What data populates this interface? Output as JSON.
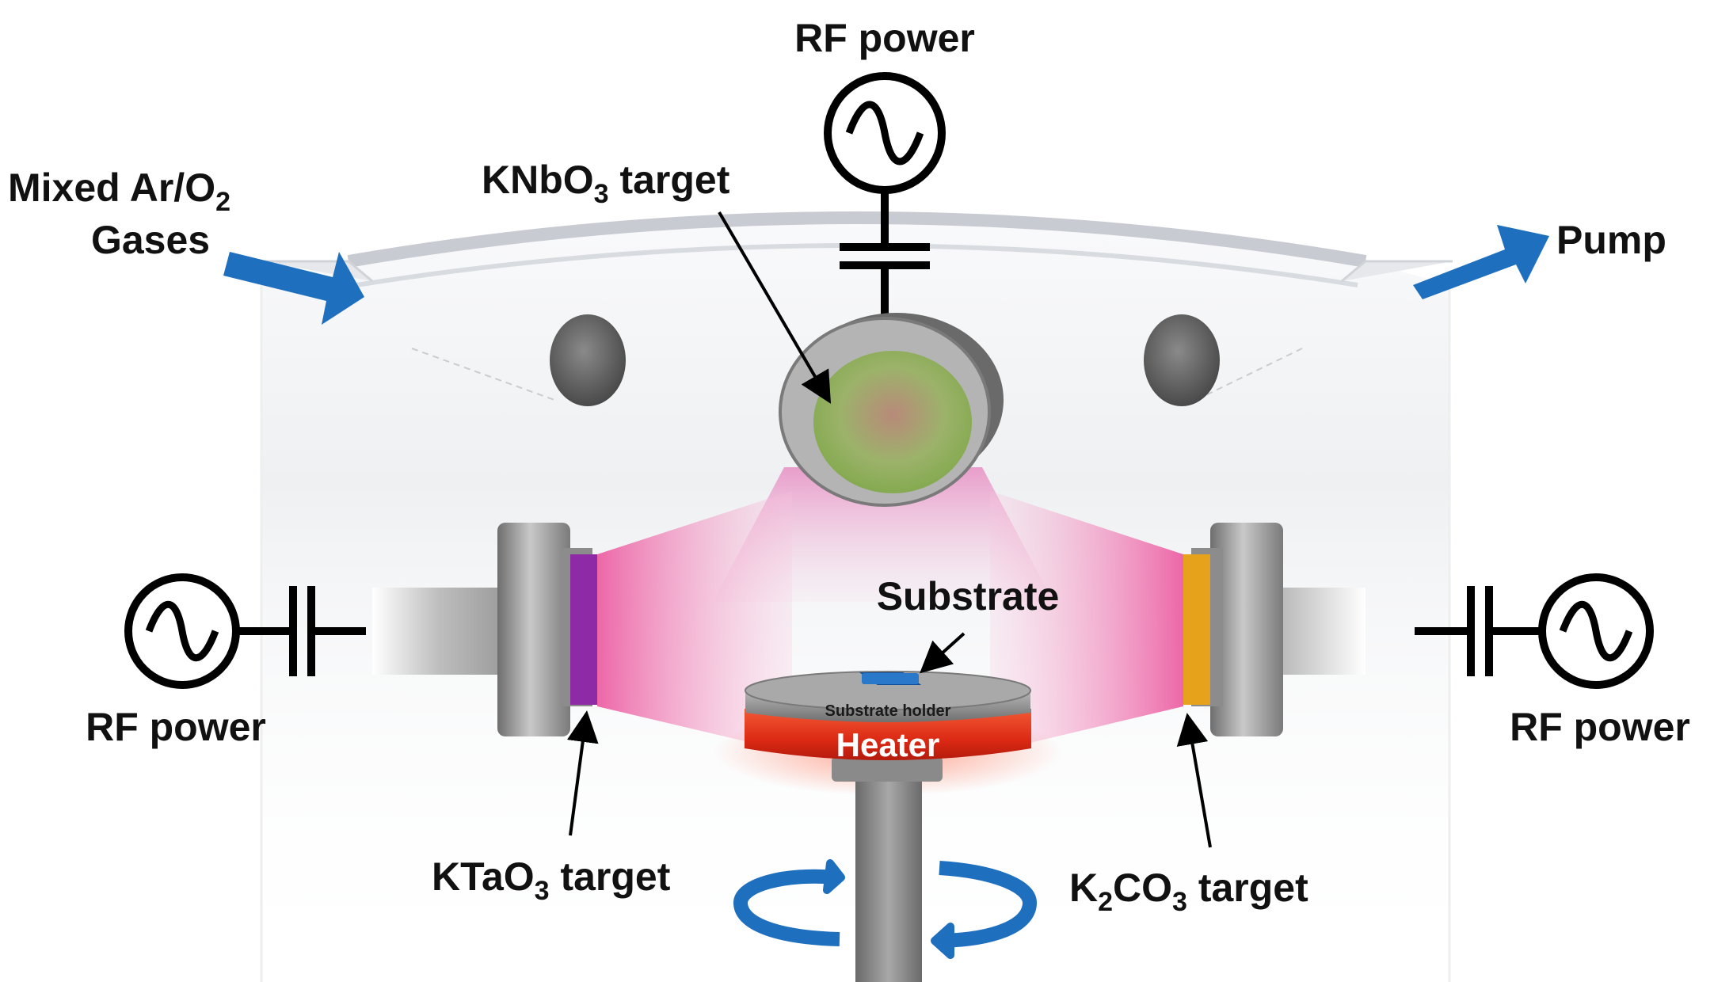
{
  "labels": {
    "rf_power_top": "RF power",
    "rf_power_left": "RF power",
    "rf_power_right": "RF power",
    "gas_line1": "Mixed Ar/O",
    "gas_line1_sub": "2",
    "gas_line2": "Gases",
    "pump": "Pump",
    "knbo3_pre": "KNbO",
    "knbo3_sub": "3",
    "knbo3_post": " target",
    "substrate": "Substrate",
    "substrate_holder": "Substrate holder",
    "heater": "Heater",
    "ktao3_pre": "KTaO",
    "ktao3_sub": "3",
    "ktao3_post": " target",
    "k2co3_pre": "K",
    "k2co3_sub": "2",
    "k2co3_post": "CO",
    "k2co3_sub2": "3",
    "k2co3_post2": " target"
  },
  "colors": {
    "arrow_blue": "#1f6fbf",
    "plasma_pink": "#ef6fae",
    "heater_red": "#e63a1e",
    "ktao3_target": "#8e2aa6",
    "k2co3_target": "#e6a21a",
    "knbo3_target": "#7fbf4a",
    "metal_gray": "#8a8a8a"
  },
  "icons": {
    "gas_inlet": "arrow-right-icon",
    "pump_outlet": "arrow-right-icon",
    "rotation": "rotate-icon",
    "rf_source": "ac-source-icon",
    "capacitor": "capacitor-icon"
  }
}
